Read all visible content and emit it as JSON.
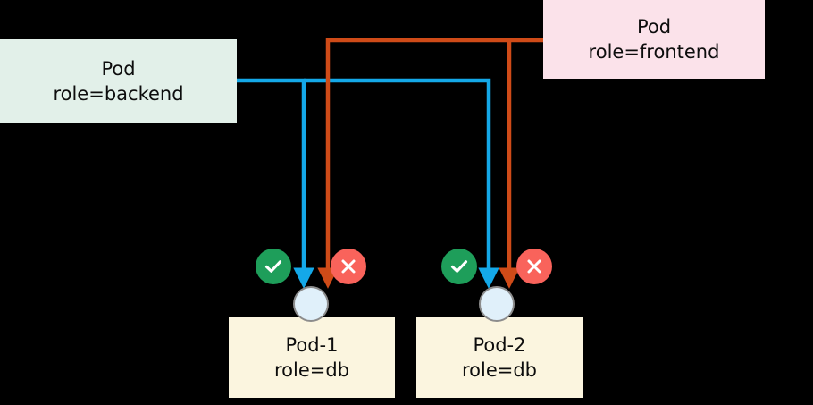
{
  "diagram": {
    "title": "Kubernetes NetworkPolicy pod selector diagram",
    "colors": {
      "backend_box_fill": "#E2F0E9",
      "frontend_box_fill": "#FBE2EA",
      "db_box_fill": "#FBF5DF",
      "backend_edge": "#14A8E8",
      "frontend_edge": "#CF4B18",
      "allow_badge": "#1E9E5A",
      "deny_badge": "#F9635B",
      "endpoint_fill": "#E0F0FA",
      "endpoint_stroke": "#8C8C8C",
      "background": "#000000"
    },
    "nodes": {
      "backend": {
        "name": "pod-backend",
        "line1": "Pod",
        "line2": "role=backend"
      },
      "frontend": {
        "name": "pod-frontend",
        "line1": "Pod",
        "line2": "role=frontend"
      },
      "db1": {
        "name": "pod-1-db",
        "line1": "Pod-1",
        "line2": "role=db"
      },
      "db2": {
        "name": "pod-2-db",
        "line1": "Pod-2",
        "line2": "role=db"
      }
    },
    "badges": [
      {
        "id": "allow-pod1",
        "icon": "check-icon",
        "verdict": "allowed",
        "target": "Pod-1"
      },
      {
        "id": "deny-pod1",
        "icon": "cross-icon",
        "verdict": "denied",
        "target": "Pod-1"
      },
      {
        "id": "allow-pod2",
        "icon": "check-icon",
        "verdict": "allowed",
        "target": "Pod-2"
      },
      {
        "id": "deny-pod2",
        "icon": "cross-icon",
        "verdict": "denied",
        "target": "Pod-2"
      }
    ],
    "edges": [
      {
        "id": "backend-to-pod1",
        "from": "role=backend",
        "to": "Pod-1",
        "color": "#14A8E8",
        "verdict": "allowed"
      },
      {
        "id": "backend-to-pod2",
        "from": "role=backend",
        "to": "Pod-2",
        "color": "#14A8E8",
        "verdict": "allowed"
      },
      {
        "id": "frontend-to-pod1",
        "from": "role=frontend",
        "to": "Pod-1",
        "color": "#CF4B18",
        "verdict": "denied"
      },
      {
        "id": "frontend-to-pod2",
        "from": "role=frontend",
        "to": "Pod-2",
        "color": "#CF4B18",
        "verdict": "denied"
      }
    ]
  }
}
